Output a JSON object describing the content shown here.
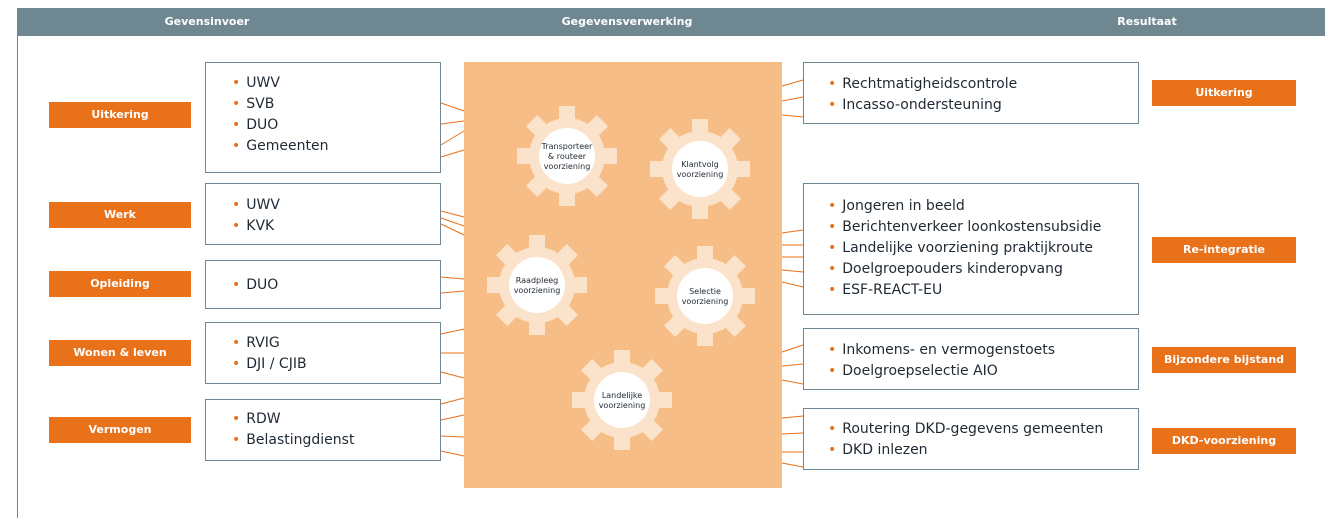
{
  "columns": [
    "Gevensinvoer",
    "Gegevensverwerking",
    "Resultaat"
  ],
  "sources": [
    {
      "category": "Uitkering",
      "items": [
        "UWV",
        "SVB",
        "DUO",
        "Gemeenten"
      ]
    },
    {
      "category": "Werk",
      "items": [
        "UWV",
        "KVK"
      ]
    },
    {
      "category": "Opleiding",
      "items": [
        "DUO"
      ]
    },
    {
      "category": "Wonen & leven",
      "items": [
        "RVIG",
        "DJI / CJIB"
      ]
    },
    {
      "category": "Vermogen",
      "items": [
        "RDW",
        "Belastingdienst"
      ]
    }
  ],
  "processing": [
    {
      "label": "Transporteer\n& routeer\nvoorziening"
    },
    {
      "label": "Klantvolg\nvoorziening"
    },
    {
      "label": "Raadpleeg\nvoorziening"
    },
    {
      "label": "Selectie\nvoorziening"
    },
    {
      "label": "Landelijke\nvoorziening"
    }
  ],
  "results": [
    {
      "category": "Uitkering",
      "items": [
        "Rechtmatigheidscontrole",
        "Incasso-ondersteuning"
      ]
    },
    {
      "category": "Re-integratie",
      "items": [
        "Jongeren in beeld",
        "Berichtenverkeer loonkostensubsidie",
        "Landelijke voorziening praktijkroute",
        "Doelgroepouders kinderopvang",
        "ESF-REACT-EU"
      ]
    },
    {
      "category": "Bijzondere bijstand",
      "items": [
        "Inkomens- en vermogenstoets",
        "Doelgroepselectie AIO"
      ]
    },
    {
      "category": "DKD-voorziening",
      "items": [
        "Routering DKD-gegevens gemeenten",
        "DKD inlezen"
      ]
    }
  ],
  "colors": {
    "accent": "#e8711a",
    "header": "#6f8791",
    "processing_bg": "#f6bd86",
    "gear": "#fbe3cb"
  }
}
